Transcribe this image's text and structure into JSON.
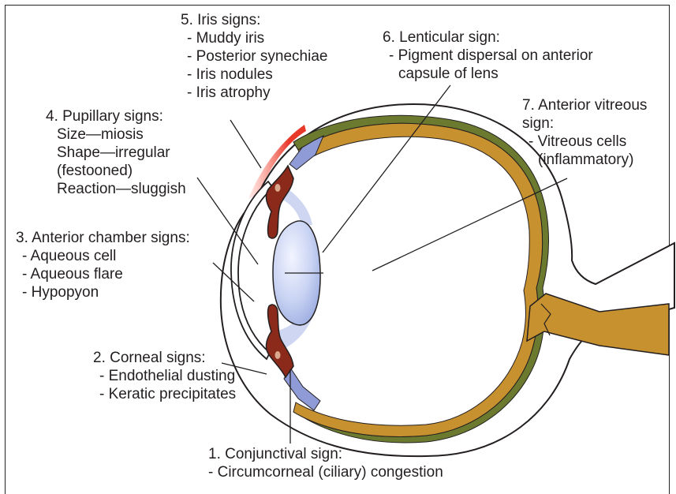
{
  "labels": {
    "iris": {
      "title": "5. Iris signs:",
      "items": [
        "- Muddy iris",
        "- Posterior  synechiae",
        "- Iris nodules",
        "- Iris atrophy"
      ]
    },
    "lenticular": {
      "title": "6. Lenticular sign:",
      "items": [
        "- Pigment dispersal on anterior",
        "capsule of lens"
      ]
    },
    "vitreous": {
      "title": "7. Anterior vitreous",
      "items": [
        "sign:",
        "- Vitreous cells",
        "(inflammatory)"
      ]
    },
    "pupillary": {
      "title": "4. Pupillary signs:",
      "items": [
        "Size—miosis",
        "Shape—irregular",
        "(festooned)",
        "Reaction—sluggish"
      ]
    },
    "anterior_chamber": {
      "title": "3. Anterior chamber signs:",
      "items": [
        "- Aqueous cell",
        "- Aqueous flare",
        "- Hypopyon"
      ]
    },
    "corneal": {
      "title": "2. Corneal signs:",
      "items": [
        "- Endothelial dusting",
        "- Keratic precipitates"
      ]
    },
    "conjunctival": {
      "title": "1. Conjunctival sign:",
      "items": [
        "- Circumcorneal (ciliary) congestion"
      ]
    }
  },
  "colors": {
    "sclera": "#6b7a2e",
    "choroid": "#c8912f",
    "iris": "#8b2a1a",
    "lens": "#bcc9ee",
    "congestion": "#e8382a",
    "ciliary_zone": "#8f9bd6",
    "outline": "#231f20"
  }
}
